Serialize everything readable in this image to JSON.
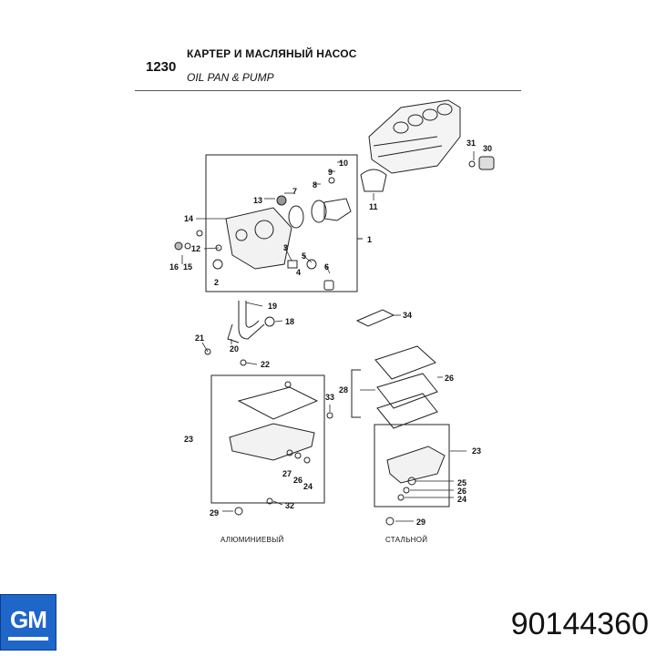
{
  "header": {
    "section_number": "1230",
    "title_ru": "КАРТЕР И МАСЛЯНЫЙ НАСОС",
    "title_en": "OIL PAN & PUMP"
  },
  "captions": {
    "aluminum": "АЛЮМИНИЕВЫЙ",
    "steel": "СТАЛЬНОЙ"
  },
  "brand": {
    "logo_text": "GM",
    "logo_color": "#1f66c9"
  },
  "part_number": "90144360",
  "callouts": {
    "c1": "1",
    "c2": "2",
    "c3": "3",
    "c4": "4",
    "c5": "5",
    "c6": "6",
    "c7": "7",
    "c8": "8",
    "c9": "9",
    "c10": "10",
    "c11": "11",
    "c12": "12",
    "c13": "13",
    "c14": "14",
    "c15": "15",
    "c16": "16",
    "c18": "18",
    "c19": "19",
    "c20": "20",
    "c21": "21",
    "c22": "22",
    "c23a": "23",
    "c23b": "23",
    "c24a": "24",
    "c24b": "24",
    "c25": "25",
    "c26a": "26",
    "c26b": "26",
    "c26c": "26",
    "c27": "27",
    "c28": "28",
    "c29a": "29",
    "c29b": "29",
    "c30": "30",
    "c31": "31",
    "c32": "32",
    "c33": "33",
    "c34": "34"
  }
}
